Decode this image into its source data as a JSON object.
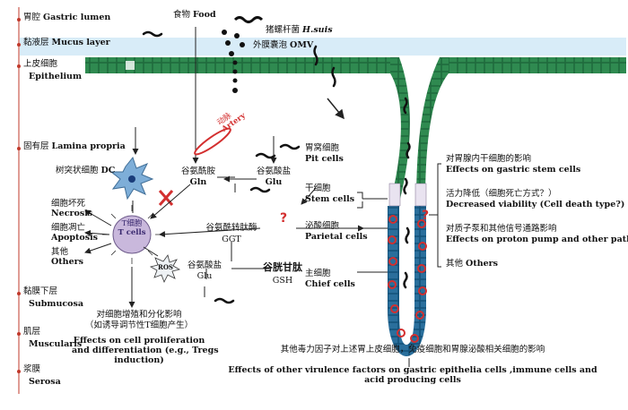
{
  "layers": {
    "lumen": {
      "zh": "胃腔",
      "en": "Gastric lumen"
    },
    "mucus": {
      "zh": "黏液层",
      "en": "Mucus layer"
    },
    "epithelium": {
      "zh": "上皮细胞",
      "en": "Epithelium"
    },
    "lamina": {
      "zh": "固有层",
      "en": "Lamina propria"
    },
    "submucosa": {
      "zh": "黏膜下层",
      "en": "Submucosa"
    },
    "muscularis": {
      "zh": "肌层",
      "en": "Muscularis"
    },
    "serosa": {
      "zh": "浆膜",
      "en": "Serosa"
    }
  },
  "food": {
    "zh": "食物",
    "en": "Food"
  },
  "hsuis": {
    "zh": "猪螺杆菌",
    "en": "H.suis"
  },
  "omv": {
    "zh": "外膜囊泡",
    "en": "OMV"
  },
  "artery": {
    "zh": "动脉",
    "en": "Artery"
  },
  "dc": {
    "zh": "树突状细胞",
    "en": "DC"
  },
  "tcell": {
    "zh": "T细胞",
    "en": "T cells"
  },
  "glu_left": {
    "zh": "谷氨酰胺",
    "en": "Gln"
  },
  "glu_right": {
    "zh": "谷氨酸盐",
    "en": "Glu"
  },
  "fates": {
    "necrosis": {
      "zh": "细胞坏死",
      "en": "Necrosis"
    },
    "apoptosis": {
      "zh": "细胞凋亡",
      "en": "Apoptosis"
    },
    "others": {
      "zh": "其他",
      "en": "Others"
    }
  },
  "ggt": {
    "zh": "谷氨酰转肽酶",
    "en": "GGT"
  },
  "ros": "ROS",
  "glu_bottom": {
    "zh": "谷氨酸盐",
    "en": "Glu"
  },
  "gsh": {
    "zh": "谷胱甘肽",
    "en": "GSH"
  },
  "pit": {
    "zh": "胃窝细胞",
    "en": "Pit cells"
  },
  "stem": {
    "zh": "干细胞",
    "en": "Stem cells"
  },
  "parietal": {
    "zh": "泌酸细胞",
    "en": "Parietal cells"
  },
  "chief": {
    "zh": "主细胞",
    "en": "Chief cells"
  },
  "question": "?",
  "effects": {
    "stem": {
      "zh": "对胃腺内干细胞的影响",
      "en": "Effects on gastric stem cells"
    },
    "viability": {
      "zh": "活力降低（细胞死亡方式？）",
      "en": "Decreased viability (Cell death type?)"
    },
    "proton": {
      "zh": "对质子泵和其他信号通路影响",
      "en": "Effects on proton pump and other pathways"
    },
    "others": {
      "zh": "其他",
      "en": "Others"
    }
  },
  "prolif": {
    "zh1": "对细胞增殖和分化影响",
    "zh2": "（如诱导调节性T细胞产生）",
    "en1": "Effects on cell proliferation",
    "en2": "and differentiation (e.g., Tregs",
    "en3": "induction)"
  },
  "bottom": {
    "zh": "其他毒力因子对上述胃上皮细胞，免疫细胞和胃腺泌酸相关细胞的影响",
    "en1": "Effects of other virulence factors on gastric epithelia cells ,immune cells and",
    "en2": "acid producing cells"
  },
  "colors": {
    "mucus": "#d8ecf8",
    "epithelium": "#1f6b3d",
    "epithelium_light": "#2f8a50",
    "red": "#d32f2f",
    "dc": "#7eaed8",
    "tcell": "#c9b8dc",
    "arrow": "#222222"
  }
}
